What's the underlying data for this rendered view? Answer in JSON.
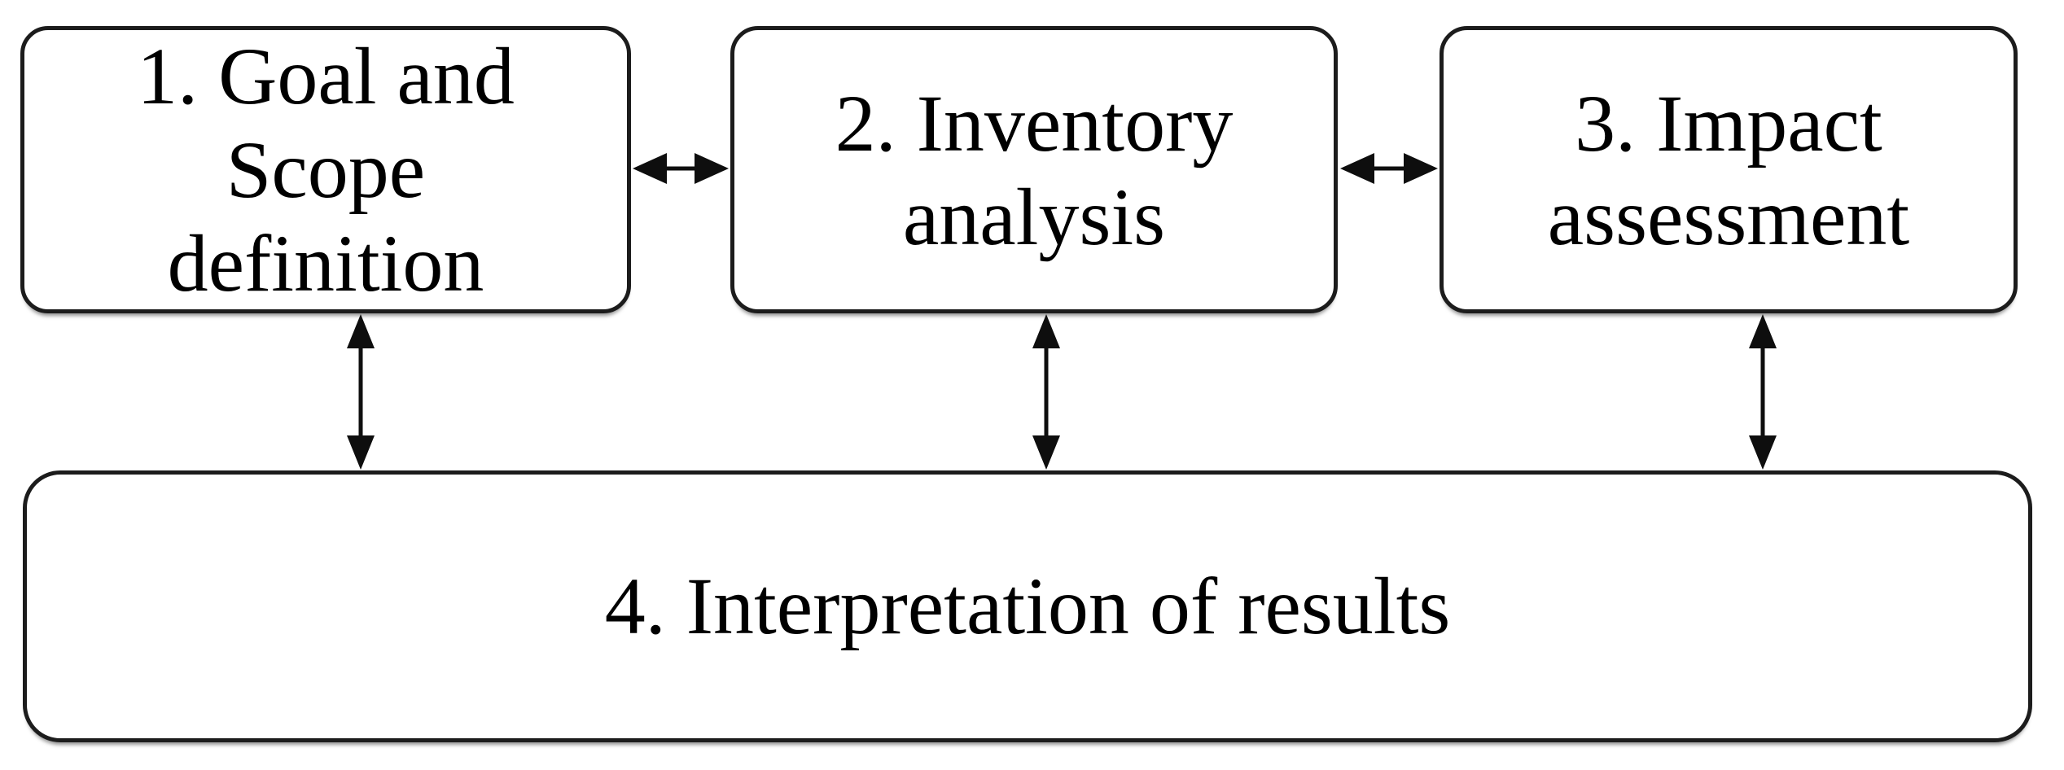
{
  "diagram": {
    "type": "flowchart",
    "boxes": [
      {
        "id": "goal-scope",
        "label": "1. Goal and\nScope\ndefinition"
      },
      {
        "id": "inventory",
        "label": "2. Inventory\nanalysis"
      },
      {
        "id": "impact",
        "label": "3. Impact\nassessment"
      },
      {
        "id": "interpretation",
        "label": "4. Interpretation of results"
      }
    ],
    "connections": [
      {
        "from": "goal-scope",
        "to": "inventory",
        "type": "bidirectional",
        "orientation": "horizontal"
      },
      {
        "from": "inventory",
        "to": "impact",
        "type": "bidirectional",
        "orientation": "horizontal"
      },
      {
        "from": "goal-scope",
        "to": "interpretation",
        "type": "bidirectional",
        "orientation": "vertical"
      },
      {
        "from": "inventory",
        "to": "interpretation",
        "type": "bidirectional",
        "orientation": "vertical"
      },
      {
        "from": "impact",
        "to": "interpretation",
        "type": "bidirectional",
        "orientation": "vertical"
      }
    ],
    "colors": {
      "background": "#ffffff",
      "box_fill": "#ffffff",
      "box_border": "#1c1c1c",
      "text": "#000000",
      "arrow": "#0e0e0e"
    }
  }
}
